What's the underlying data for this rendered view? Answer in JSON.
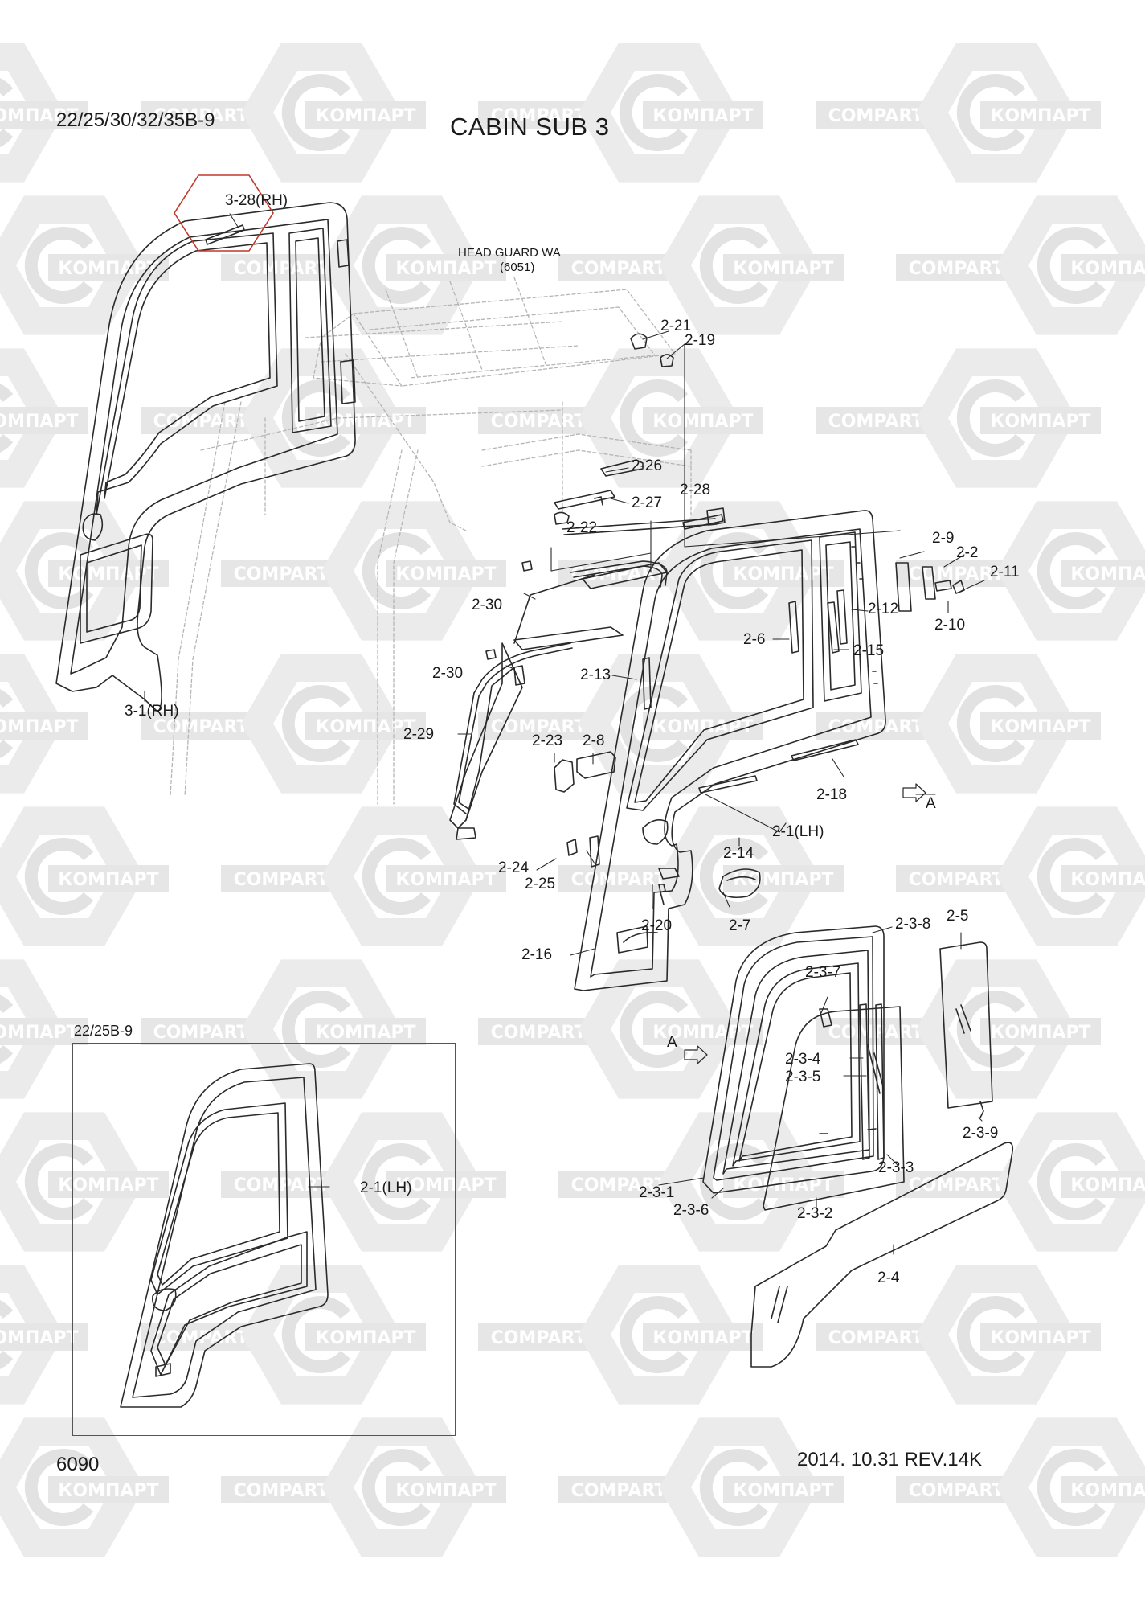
{
  "header": {
    "model": "22/25/30/32/35B-9",
    "title": "CABIN SUB 3"
  },
  "footer": {
    "page_number": "6090",
    "revision": "2014. 10.31  REV.14K"
  },
  "watermark": {
    "text_cyrillic": "КОМПАРТ",
    "text_latin": "COMPART"
  },
  "annotations": {
    "head_guard_line1": "HEAD GUARD WA",
    "head_guard_line2": "(6051)",
    "view_arrow": "A",
    "view_arrow_2": "A"
  },
  "inset": {
    "title": "22/25B-9",
    "part_label": "2-1(LH)"
  },
  "highlight_color": "#c0392b",
  "parts": [
    {
      "id": "3-28",
      "text": "3-28(RH)",
      "highlighted": true
    },
    {
      "id": "3-1",
      "text": "3-1(RH)"
    },
    {
      "id": "2-21",
      "text": "2-21"
    },
    {
      "id": "2-19",
      "text": "2-19"
    },
    {
      "id": "2-26",
      "text": "2-26"
    },
    {
      "id": "2-27",
      "text": "2-27"
    },
    {
      "id": "2-28",
      "text": "2-28"
    },
    {
      "id": "2-22",
      "text": "2-22"
    },
    {
      "id": "2-9",
      "text": "2-9"
    },
    {
      "id": "2-2",
      "text": "2-2"
    },
    {
      "id": "2-11",
      "text": "2-11"
    },
    {
      "id": "2-30a",
      "text": "2-30"
    },
    {
      "id": "2-12",
      "text": "2-12"
    },
    {
      "id": "2-10",
      "text": "2-10"
    },
    {
      "id": "2-6",
      "text": "2-6"
    },
    {
      "id": "2-15",
      "text": "2-15"
    },
    {
      "id": "2-30b",
      "text": "2-30"
    },
    {
      "id": "2-13",
      "text": "2-13"
    },
    {
      "id": "2-29",
      "text": "2-29"
    },
    {
      "id": "2-23",
      "text": "2-23"
    },
    {
      "id": "2-8",
      "text": "2-8"
    },
    {
      "id": "2-18",
      "text": "2-18"
    },
    {
      "id": "2-1",
      "text": "2-1(LH)"
    },
    {
      "id": "2-14",
      "text": "2-14"
    },
    {
      "id": "2-24",
      "text": "2-24"
    },
    {
      "id": "2-25",
      "text": "2-25"
    },
    {
      "id": "2-20",
      "text": "2-20"
    },
    {
      "id": "2-7",
      "text": "2-7"
    },
    {
      "id": "2-16",
      "text": "2-16"
    },
    {
      "id": "2-3-8",
      "text": "2-3-8"
    },
    {
      "id": "2-5",
      "text": "2-5"
    },
    {
      "id": "2-3-7",
      "text": "2-3-7"
    },
    {
      "id": "2-3-4",
      "text": "2-3-4"
    },
    {
      "id": "2-3-5",
      "text": "2-3-5"
    },
    {
      "id": "2-3-9",
      "text": "2-3-9"
    },
    {
      "id": "2-3-3",
      "text": "2-3-3"
    },
    {
      "id": "2-3-1",
      "text": "2-3-1"
    },
    {
      "id": "2-3-6",
      "text": "2-3-6"
    },
    {
      "id": "2-3-2",
      "text": "2-3-2"
    },
    {
      "id": "2-4",
      "text": "2-4"
    }
  ]
}
